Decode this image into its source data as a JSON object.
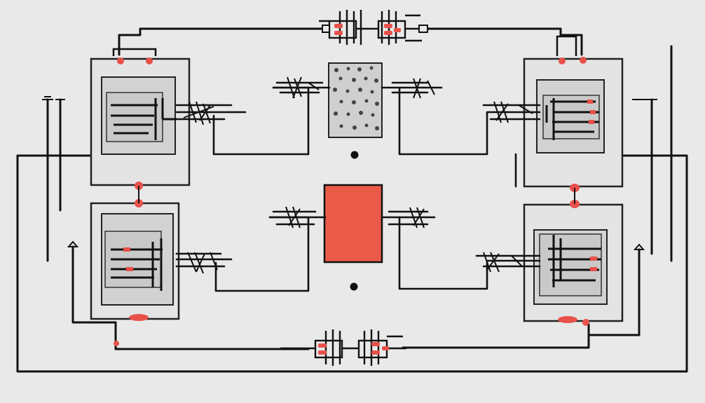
{
  "diagram": {
    "kind": "wiring-schematic",
    "colors": {
      "background": "#e9e9e9",
      "wire": "#111111",
      "panel_frame": "#222222",
      "panel_fill": "#e4e4e4",
      "panel_inner": "#d2d2d2",
      "terminal_red": "#e8514a",
      "red_block": "#ea5a49",
      "dotted_panel": "#cfcfcf"
    },
    "icons": {
      "top_connector": "connector-icon",
      "bottom_connector": "connector-icon",
      "terminal": "terminal-icon",
      "ground": "ground-icon"
    },
    "panels": [
      {
        "name": "panel-top-left"
      },
      {
        "name": "panel-top-right"
      },
      {
        "name": "panel-bottom-left"
      },
      {
        "name": "panel-bottom-right"
      }
    ],
    "center_components": [
      {
        "name": "dotted-module"
      },
      {
        "name": "red-module"
      }
    ]
  }
}
